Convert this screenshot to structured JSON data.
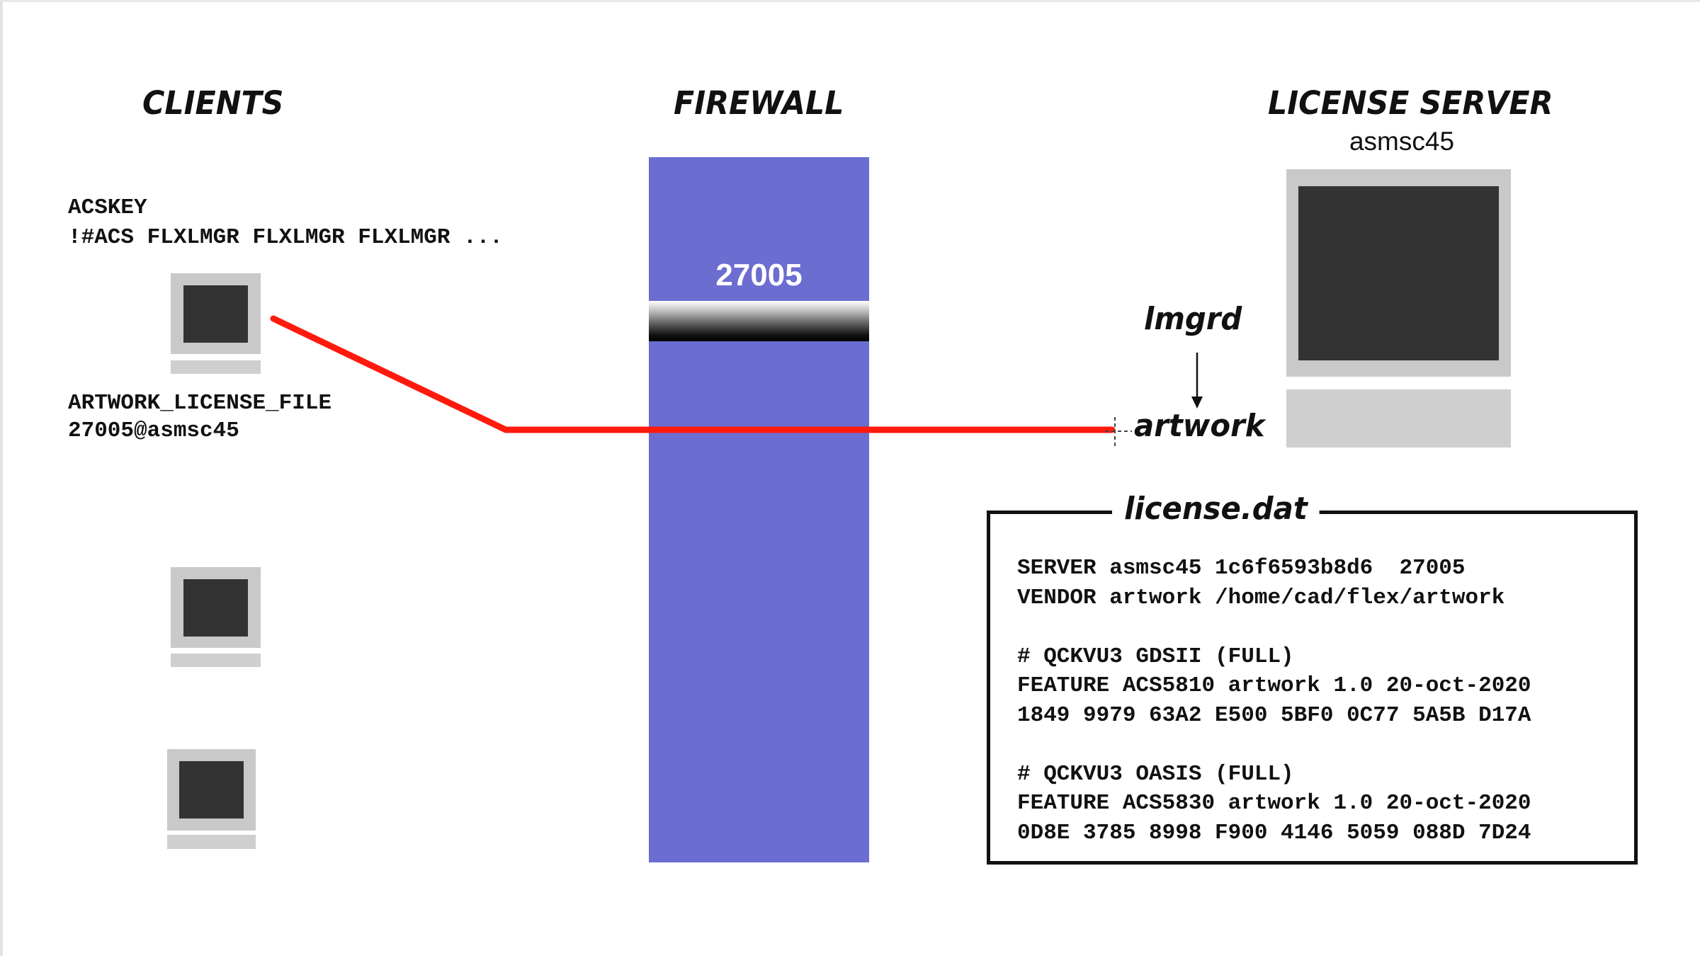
{
  "headings": {
    "clients": "CLIENTS",
    "firewall": "FIREWALL",
    "license_server": "LICENSE SERVER"
  },
  "server": {
    "hostname": "asmsc45",
    "daemon_lmgrd": "lmgrd",
    "daemon_vendor": "artwork"
  },
  "firewall": {
    "open_port": "27005"
  },
  "client_env": {
    "acskey_name": "ACSKEY",
    "acskey_value": "!#ACS FLXLMGR FLXLMGR FLXLMGR ...",
    "license_var_name": "ARTWORK_LICENSE_FILE",
    "license_var_value": "27005@asmsc45"
  },
  "license_file": {
    "title": "license.dat",
    "lines": [
      "SERVER asmsc45 1c6f6593b8d6  27005",
      "VENDOR artwork /home/cad/flex/artwork",
      "",
      "# QCKVU3 GDSII (FULL)",
      "FEATURE ACS5810 artwork 1.0 20-oct-2020",
      "1849 9979 63A2 E500 5BF0 0C77 5A5B D17A",
      "",
      "# QCKVU3 OASIS (FULL)",
      "FEATURE ACS5830 artwork 1.0 20-oct-2020",
      "0D8E 3785 8998 F900 4146 5059 088D 7D24"
    ]
  },
  "colors": {
    "firewall": "#6b6dd1",
    "connection": "#ff1a0d",
    "monitor_frame": "#c9c9c9",
    "monitor_screen": "#333333"
  }
}
